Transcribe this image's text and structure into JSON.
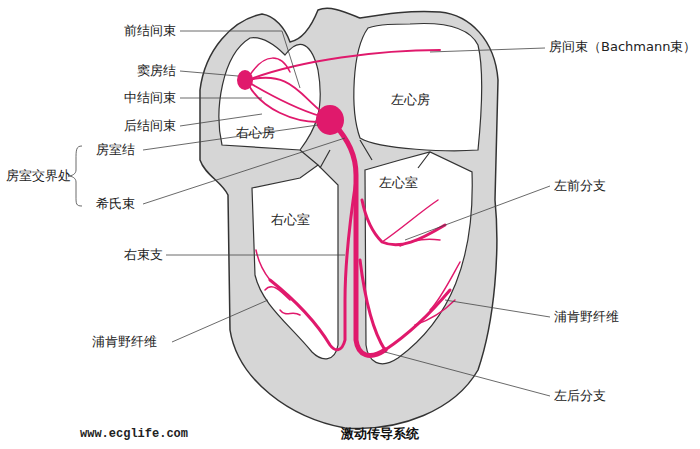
{
  "diagram": {
    "caption": "激动传导系统",
    "labels": [
      "前结间束",
      "窦房结",
      "中结间束",
      "后结间束",
      "房室交界处",
      "房室结",
      "希氏束",
      "右束支",
      "浦肯野纤维",
      "房间束（Bachmann束）",
      "左前分支",
      "浦肯野纤维",
      "左后分支",
      "右心房",
      "左心房",
      "左心室",
      "右心室",
      "www.ecglife.com"
    ]
  }
}
